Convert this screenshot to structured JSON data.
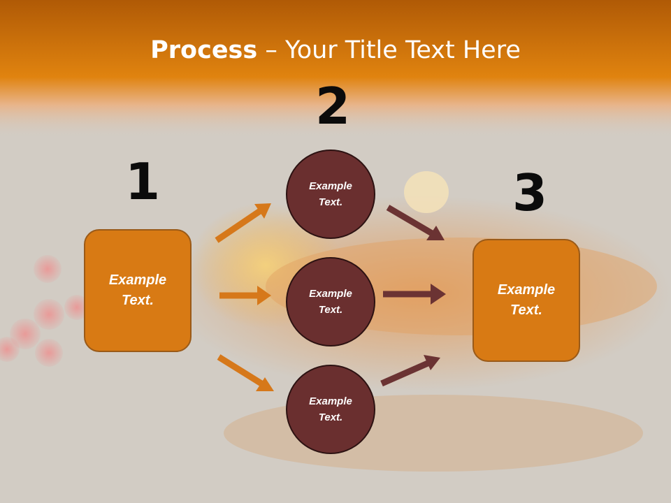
{
  "title": {
    "bold": "Process",
    "rest": " – Your Title Text Here"
  },
  "steps": {
    "one": "1",
    "two": "2",
    "three": "3"
  },
  "left_box": {
    "line1": "Example",
    "line2": "Text."
  },
  "right_box": {
    "line1": "Example",
    "line2": "Text."
  },
  "circles": [
    {
      "line1": "Example",
      "line2": "Text."
    },
    {
      "line1": "Example",
      "line2": "Text."
    },
    {
      "line1": "Example",
      "line2": "Text."
    }
  ],
  "colors": {
    "orange": "#d87a14",
    "maroon": "#6a2f2f",
    "orange_arrow": "#d6781a",
    "maroon_arrow": "#6b3333"
  }
}
